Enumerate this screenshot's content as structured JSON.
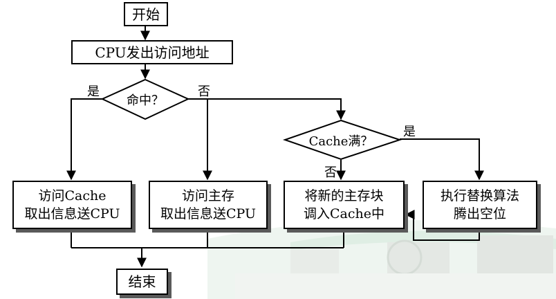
{
  "nodes": {
    "start": "开始",
    "send_addr": "CPU发出访问地址",
    "hit": "命中？",
    "cache_full": "Cache满？",
    "access_cache": [
      "访问Cache",
      "取出信息送CPU"
    ],
    "access_main": [
      "访问主存",
      "取出信息送CPU"
    ],
    "load_block": [
      "将新的主存块",
      "调入Cache中"
    ],
    "replace": [
      "执行替换算法",
      "腾出空位"
    ],
    "end": "结束"
  },
  "edge_labels": {
    "hit_yes": "是",
    "hit_no": "否",
    "full_yes": "是",
    "full_no": "否"
  },
  "colors": {
    "background_tint": "#e6f0ea",
    "building": "#d9ded8",
    "stroke": "#000000"
  }
}
